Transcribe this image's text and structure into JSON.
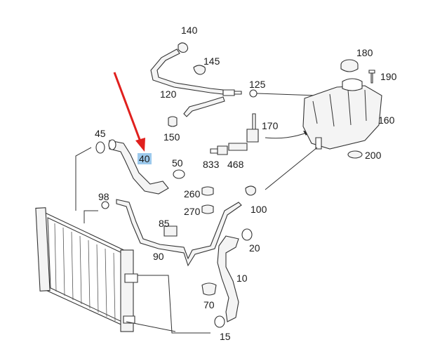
{
  "diagram": {
    "labels": [
      "140",
      "145",
      "120",
      "125",
      "180",
      "190",
      "150",
      "170",
      "160",
      "45",
      "40",
      "50",
      "833",
      "468",
      "200",
      "260",
      "98",
      "270",
      "100",
      "85",
      "20",
      "90",
      "10",
      "70",
      "15"
    ],
    "highlighted": "40",
    "accent_color": "#e0201e",
    "highlight_color": "#9cc9ec"
  }
}
